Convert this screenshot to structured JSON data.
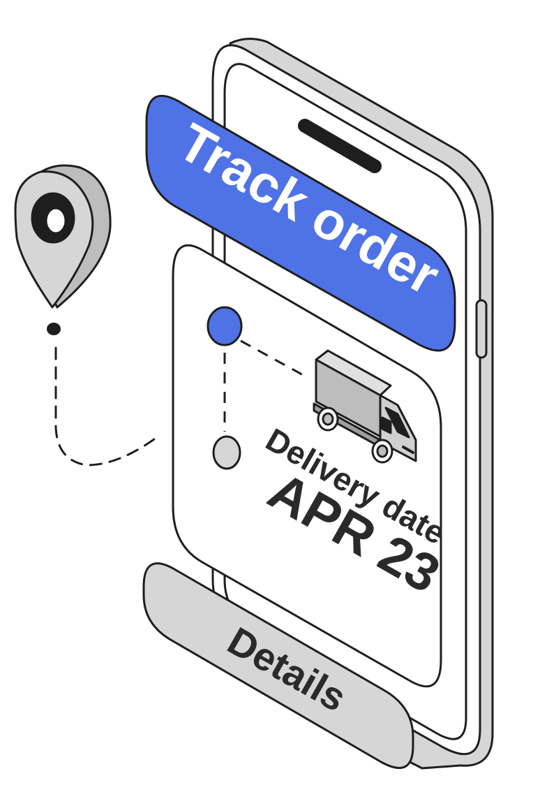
{
  "header": {
    "title": "Track order"
  },
  "tracking": {
    "delivery_label": "Delivery date",
    "delivery_value": "APR 23"
  },
  "actions": {
    "details_label": "Details"
  },
  "icons": {
    "pin": "location-pin-icon",
    "truck": "delivery-truck-icon"
  },
  "colors": {
    "accent": "#4f72e6",
    "ink": "#1e1e1e",
    "panel": "#ffffff",
    "neutral": "#d6d6d6",
    "truck": "#bdbdbd"
  }
}
